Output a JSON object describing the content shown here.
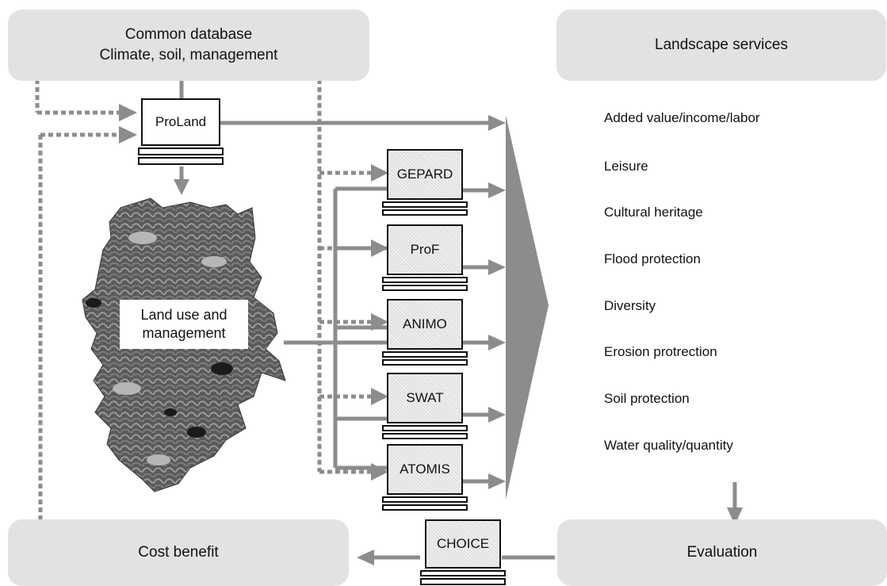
{
  "top_left_box": {
    "line1": "Common database",
    "line2": "Climate, soil, management"
  },
  "top_right_box": {
    "label": "Landscape services"
  },
  "services": [
    "Added value/income/labor",
    "Leisure",
    "Cultural heritage",
    "Flood protection",
    "Diversity",
    "Erosion protrection",
    "Soil protection",
    "Water quality/quantity"
  ],
  "bottom_left_box": {
    "label": "Cost benefit"
  },
  "bottom_right_box": {
    "label": "Evaluation"
  },
  "map": {
    "label": "Land use and management"
  },
  "models": {
    "proland": "ProLand",
    "gepard": "GEPARD",
    "prof": "ProF",
    "animo": "ANIMO",
    "swat": "SWAT",
    "atomis": "ATOMIS",
    "choice": "CHOICE"
  }
}
